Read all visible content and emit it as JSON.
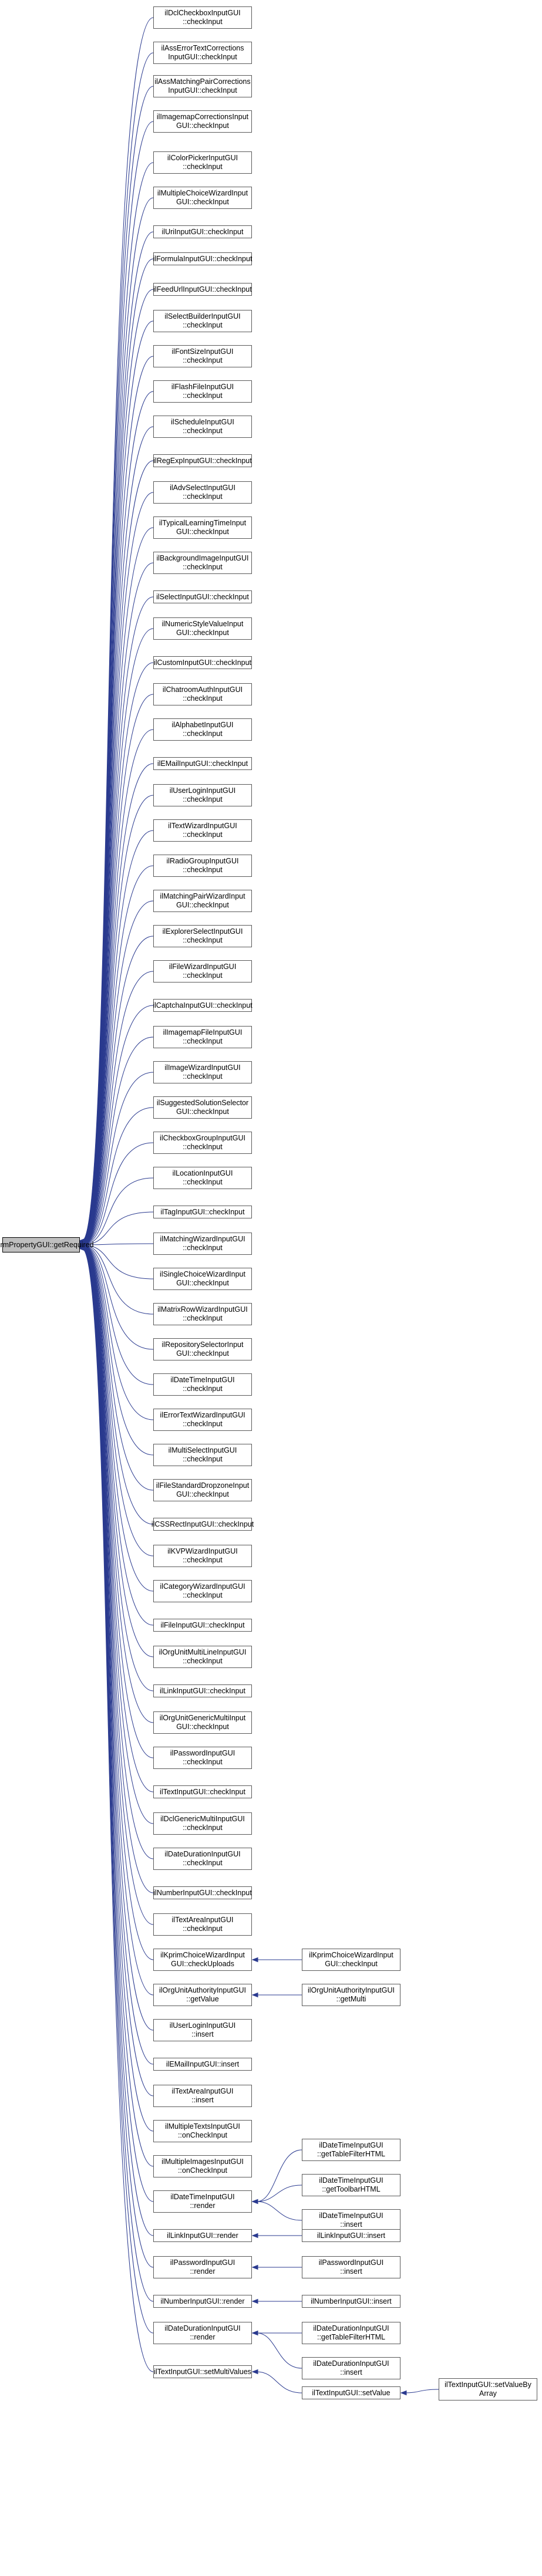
{
  "colors": {
    "edge": "#2a3a8f",
    "node_border": "#5a5a5a",
    "root_fill": "#bfbfbf",
    "node_fill": "#ffffff",
    "text": "#000000"
  },
  "root": {
    "id": "root",
    "label": "ilFormPropertyGUI::getRequired"
  },
  "nodes": [
    {
      "id": "n1",
      "label": "ilDclCheckboxInputGUI\n::checkInput"
    },
    {
      "id": "n2",
      "label": "ilAssErrorTextCorrections\nInputGUI::checkInput"
    },
    {
      "id": "n3",
      "label": "ilAssMatchingPairCorrections\nInputGUI::checkInput"
    },
    {
      "id": "n4",
      "label": "ilImagemapCorrectionsInput\nGUI::checkInput"
    },
    {
      "id": "n5",
      "label": "ilColorPickerInputGUI\n::checkInput"
    },
    {
      "id": "n6",
      "label": "ilMultipleChoiceWizardInput\nGUI::checkInput"
    },
    {
      "id": "n7",
      "label": "ilUriInputGUI::checkInput"
    },
    {
      "id": "n8",
      "label": "ilFormulaInputGUI::checkInput"
    },
    {
      "id": "n9",
      "label": "ilFeedUrlInputGUI::checkInput"
    },
    {
      "id": "n10",
      "label": "ilSelectBuilderInputGUI\n::checkInput"
    },
    {
      "id": "n11",
      "label": "ilFontSizeInputGUI\n::checkInput"
    },
    {
      "id": "n12",
      "label": "ilFlashFileInputGUI\n::checkInput"
    },
    {
      "id": "n13",
      "label": "ilScheduleInputGUI\n::checkInput"
    },
    {
      "id": "n14",
      "label": "ilRegExpInputGUI::checkInput"
    },
    {
      "id": "n15",
      "label": "ilAdvSelectInputGUI\n::checkInput"
    },
    {
      "id": "n16",
      "label": "ilTypicalLearningTimeInput\nGUI::checkInput"
    },
    {
      "id": "n17",
      "label": "ilBackgroundImageInputGUI\n::checkInput"
    },
    {
      "id": "n18",
      "label": "ilSelectInputGUI::checkInput"
    },
    {
      "id": "n19",
      "label": "ilNumericStyleValueInput\nGUI::checkInput"
    },
    {
      "id": "n20",
      "label": "ilCustomInputGUI::checkInput"
    },
    {
      "id": "n21",
      "label": "ilChatroomAuthInputGUI\n::checkInput"
    },
    {
      "id": "n22",
      "label": "ilAlphabetInputGUI\n::checkInput"
    },
    {
      "id": "n23",
      "label": "ilEMailInputGUI::checkInput"
    },
    {
      "id": "n24",
      "label": "ilUserLoginInputGUI\n::checkInput"
    },
    {
      "id": "n25",
      "label": "ilTextWizardInputGUI\n::checkInput"
    },
    {
      "id": "n26",
      "label": "ilRadioGroupInputGUI\n::checkInput"
    },
    {
      "id": "n27",
      "label": "ilMatchingPairWizardInput\nGUI::checkInput"
    },
    {
      "id": "n28",
      "label": "ilExplorerSelectInputGUI\n::checkInput"
    },
    {
      "id": "n29",
      "label": "ilFileWizardInputGUI\n::checkInput"
    },
    {
      "id": "n30",
      "label": "ilCaptchaInputGUI::checkInput"
    },
    {
      "id": "n31",
      "label": "ilImagemapFileInputGUI\n::checkInput"
    },
    {
      "id": "n32",
      "label": "ilImageWizardInputGUI\n::checkInput"
    },
    {
      "id": "n33",
      "label": "ilSuggestedSolutionSelector\nGUI::checkInput"
    },
    {
      "id": "n34",
      "label": "ilCheckboxGroupInputGUI\n::checkInput"
    },
    {
      "id": "n35",
      "label": "ilLocationInputGUI\n::checkInput"
    },
    {
      "id": "n36",
      "label": "ilTagInputGUI::checkInput"
    },
    {
      "id": "n37",
      "label": "ilMatchingWizardInputGUI\n::checkInput"
    },
    {
      "id": "n38",
      "label": "ilSingleChoiceWizardInput\nGUI::checkInput"
    },
    {
      "id": "n39",
      "label": "ilMatrixRowWizardInputGUI\n::checkInput"
    },
    {
      "id": "n40",
      "label": "ilRepositorySelectorInput\nGUI::checkInput"
    },
    {
      "id": "n41",
      "label": "ilDateTimeInputGUI\n::checkInput"
    },
    {
      "id": "n42",
      "label": "ilErrorTextWizardInputGUI\n::checkInput"
    },
    {
      "id": "n43",
      "label": "ilMultiSelectInputGUI\n::checkInput"
    },
    {
      "id": "n44",
      "label": "ilFileStandardDropzoneInput\nGUI::checkInput"
    },
    {
      "id": "n45",
      "label": "ilCSSRectInputGUI::checkInput"
    },
    {
      "id": "n46",
      "label": "ilKVPWizardInputGUI\n::checkInput"
    },
    {
      "id": "n47",
      "label": "ilCategoryWizardInputGUI\n::checkInput"
    },
    {
      "id": "n48",
      "label": "ilFileInputGUI::checkInput"
    },
    {
      "id": "n49",
      "label": "ilOrgUnitMultiLineInputGUI\n::checkInput"
    },
    {
      "id": "n50",
      "label": "ilLinkInputGUI::checkInput"
    },
    {
      "id": "n51",
      "label": "ilOrgUnitGenericMultiInput\nGUI::checkInput"
    },
    {
      "id": "n52",
      "label": "ilPasswordInputGUI\n::checkInput"
    },
    {
      "id": "n53",
      "label": "ilTextInputGUI::checkInput"
    },
    {
      "id": "n54",
      "label": "ilDclGenericMultiInputGUI\n::checkInput"
    },
    {
      "id": "n55",
      "label": "ilDateDurationInputGUI\n::checkInput"
    },
    {
      "id": "n56",
      "label": "ilNumberInputGUI::checkInput"
    },
    {
      "id": "n57",
      "label": "ilTextAreaInputGUI\n::checkInput"
    },
    {
      "id": "n58",
      "label": "ilKprimChoiceWizardInput\nGUI::checkUploads"
    },
    {
      "id": "n59",
      "label": "ilOrgUnitAuthorityInputGUI\n::getValue"
    },
    {
      "id": "n60",
      "label": "ilUserLoginInputGUI\n::insert"
    },
    {
      "id": "n61",
      "label": "ilEMailInputGUI::insert"
    },
    {
      "id": "n62",
      "label": "ilTextAreaInputGUI\n::insert"
    },
    {
      "id": "n63",
      "label": "ilMultipleTextsInputGUI\n::onCheckInput"
    },
    {
      "id": "n64",
      "label": "ilMultipleImagesInputGUI\n::onCheckInput"
    },
    {
      "id": "n65",
      "label": "ilDateTimeInputGUI\n::render"
    },
    {
      "id": "n66",
      "label": "ilLinkInputGUI::render"
    },
    {
      "id": "n67",
      "label": "ilPasswordInputGUI\n::render"
    },
    {
      "id": "n68",
      "label": "ilNumberInputGUI::render"
    },
    {
      "id": "n69",
      "label": "ilDateDurationInputGUI\n::render"
    },
    {
      "id": "n70",
      "label": "ilTextInputGUI::setMultiValues"
    },
    {
      "id": "c1",
      "label": "ilKprimChoiceWizardInput\nGUI::checkInput"
    },
    {
      "id": "c2",
      "label": "ilOrgUnitAuthorityInputGUI\n::getMulti"
    },
    {
      "id": "c3",
      "label": "ilDateTimeInputGUI\n::getTableFilterHTML"
    },
    {
      "id": "c4",
      "label": "ilDateTimeInputGUI\n::getToolbarHTML"
    },
    {
      "id": "c5",
      "label": "ilDateTimeInputGUI\n::insert"
    },
    {
      "id": "c6",
      "label": "ilLinkInputGUI::insert"
    },
    {
      "id": "c7",
      "label": "ilPasswordInputGUI\n::insert"
    },
    {
      "id": "c8",
      "label": "ilNumberInputGUI::insert"
    },
    {
      "id": "c9",
      "label": "ilDateDurationInputGUI\n::getTableFilterHTML"
    },
    {
      "id": "c10",
      "label": "ilDateDurationInputGUI\n::insert"
    },
    {
      "id": "c11",
      "label": "ilTextInputGUI::setValue"
    },
    {
      "id": "c12",
      "label": "ilTextInputGUI::setValueBy\nArray"
    }
  ],
  "edges": [
    [
      "n1",
      "root"
    ],
    [
      "n2",
      "root"
    ],
    [
      "n3",
      "root"
    ],
    [
      "n4",
      "root"
    ],
    [
      "n5",
      "root"
    ],
    [
      "n6",
      "root"
    ],
    [
      "n7",
      "root"
    ],
    [
      "n8",
      "root"
    ],
    [
      "n9",
      "root"
    ],
    [
      "n10",
      "root"
    ],
    [
      "n11",
      "root"
    ],
    [
      "n12",
      "root"
    ],
    [
      "n13",
      "root"
    ],
    [
      "n14",
      "root"
    ],
    [
      "n15",
      "root"
    ],
    [
      "n16",
      "root"
    ],
    [
      "n17",
      "root"
    ],
    [
      "n18",
      "root"
    ],
    [
      "n19",
      "root"
    ],
    [
      "n20",
      "root"
    ],
    [
      "n21",
      "root"
    ],
    [
      "n22",
      "root"
    ],
    [
      "n23",
      "root"
    ],
    [
      "n24",
      "root"
    ],
    [
      "n25",
      "root"
    ],
    [
      "n26",
      "root"
    ],
    [
      "n27",
      "root"
    ],
    [
      "n28",
      "root"
    ],
    [
      "n29",
      "root"
    ],
    [
      "n30",
      "root"
    ],
    [
      "n31",
      "root"
    ],
    [
      "n32",
      "root"
    ],
    [
      "n33",
      "root"
    ],
    [
      "n34",
      "root"
    ],
    [
      "n35",
      "root"
    ],
    [
      "n36",
      "root"
    ],
    [
      "n37",
      "root"
    ],
    [
      "n38",
      "root"
    ],
    [
      "n39",
      "root"
    ],
    [
      "n40",
      "root"
    ],
    [
      "n41",
      "root"
    ],
    [
      "n42",
      "root"
    ],
    [
      "n43",
      "root"
    ],
    [
      "n44",
      "root"
    ],
    [
      "n45",
      "root"
    ],
    [
      "n46",
      "root"
    ],
    [
      "n47",
      "root"
    ],
    [
      "n48",
      "root"
    ],
    [
      "n49",
      "root"
    ],
    [
      "n50",
      "root"
    ],
    [
      "n51",
      "root"
    ],
    [
      "n52",
      "root"
    ],
    [
      "n53",
      "root"
    ],
    [
      "n54",
      "root"
    ],
    [
      "n55",
      "root"
    ],
    [
      "n56",
      "root"
    ],
    [
      "n57",
      "root"
    ],
    [
      "n58",
      "root"
    ],
    [
      "n59",
      "root"
    ],
    [
      "n60",
      "root"
    ],
    [
      "n61",
      "root"
    ],
    [
      "n62",
      "root"
    ],
    [
      "n63",
      "root"
    ],
    [
      "n64",
      "root"
    ],
    [
      "n65",
      "root"
    ],
    [
      "n66",
      "root"
    ],
    [
      "n67",
      "root"
    ],
    [
      "n68",
      "root"
    ],
    [
      "n69",
      "root"
    ],
    [
      "n70",
      "root"
    ],
    [
      "c1",
      "n58"
    ],
    [
      "c2",
      "n59"
    ],
    [
      "c3",
      "n65"
    ],
    [
      "c4",
      "n65"
    ],
    [
      "c5",
      "n65"
    ],
    [
      "c6",
      "n66"
    ],
    [
      "c7",
      "n67"
    ],
    [
      "c8",
      "n68"
    ],
    [
      "c9",
      "n69"
    ],
    [
      "c10",
      "n69"
    ],
    [
      "c11",
      "n70"
    ],
    [
      "c12",
      "c11"
    ]
  ]
}
